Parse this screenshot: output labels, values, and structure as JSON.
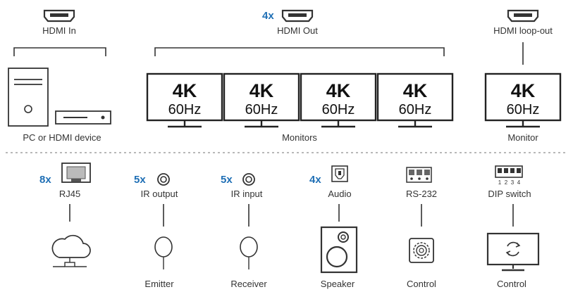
{
  "top": {
    "hdmi_in": {
      "label": "HDMI In"
    },
    "hdmi_out": {
      "count": "4x",
      "label": "HDMI Out"
    },
    "hdmi_loop": {
      "label": "HDMI loop-out"
    },
    "source_label": "PC or HDMI device",
    "monitors_label": "Monitors",
    "monitor_label": "Monitor",
    "screens": [
      {
        "line1": "4K",
        "line2": "60Hz"
      },
      {
        "line1": "4K",
        "line2": "60Hz"
      },
      {
        "line1": "4K",
        "line2": "60Hz"
      },
      {
        "line1": "4K",
        "line2": "60Hz"
      },
      {
        "line1": "4K",
        "line2": "60Hz"
      }
    ]
  },
  "ports": [
    {
      "count": "8x",
      "label": "RJ45",
      "icon": "rj45-icon",
      "device_icon": "cloud-network-icon",
      "device_label": ""
    },
    {
      "count": "5x",
      "label": "IR output",
      "icon": "ir-jack-icon",
      "device_icon": "ir-emitter-icon",
      "device_label": "Emitter"
    },
    {
      "count": "5x",
      "label": "IR input",
      "icon": "ir-jack-icon",
      "device_icon": "ir-receiver-icon",
      "device_label": "Receiver"
    },
    {
      "count": "4x",
      "label": "Audio",
      "icon": "optical-audio-icon",
      "device_icon": "speaker-icon",
      "device_label": "Speaker"
    },
    {
      "count": "",
      "label": "RS-232",
      "icon": "terminal-block-icon",
      "device_icon": "control-gear-icon",
      "device_label": "Control"
    },
    {
      "count": "",
      "label": "DIP switch",
      "icon": "dip-switch-icon",
      "device_icon": "control-monitor-icon",
      "device_label": "Control"
    }
  ],
  "dip_numbers": [
    "1",
    "2",
    "3",
    "4"
  ],
  "colors": {
    "accent": "#1f6fb5",
    "line": "#333333",
    "divider": "#a0a0a0"
  }
}
